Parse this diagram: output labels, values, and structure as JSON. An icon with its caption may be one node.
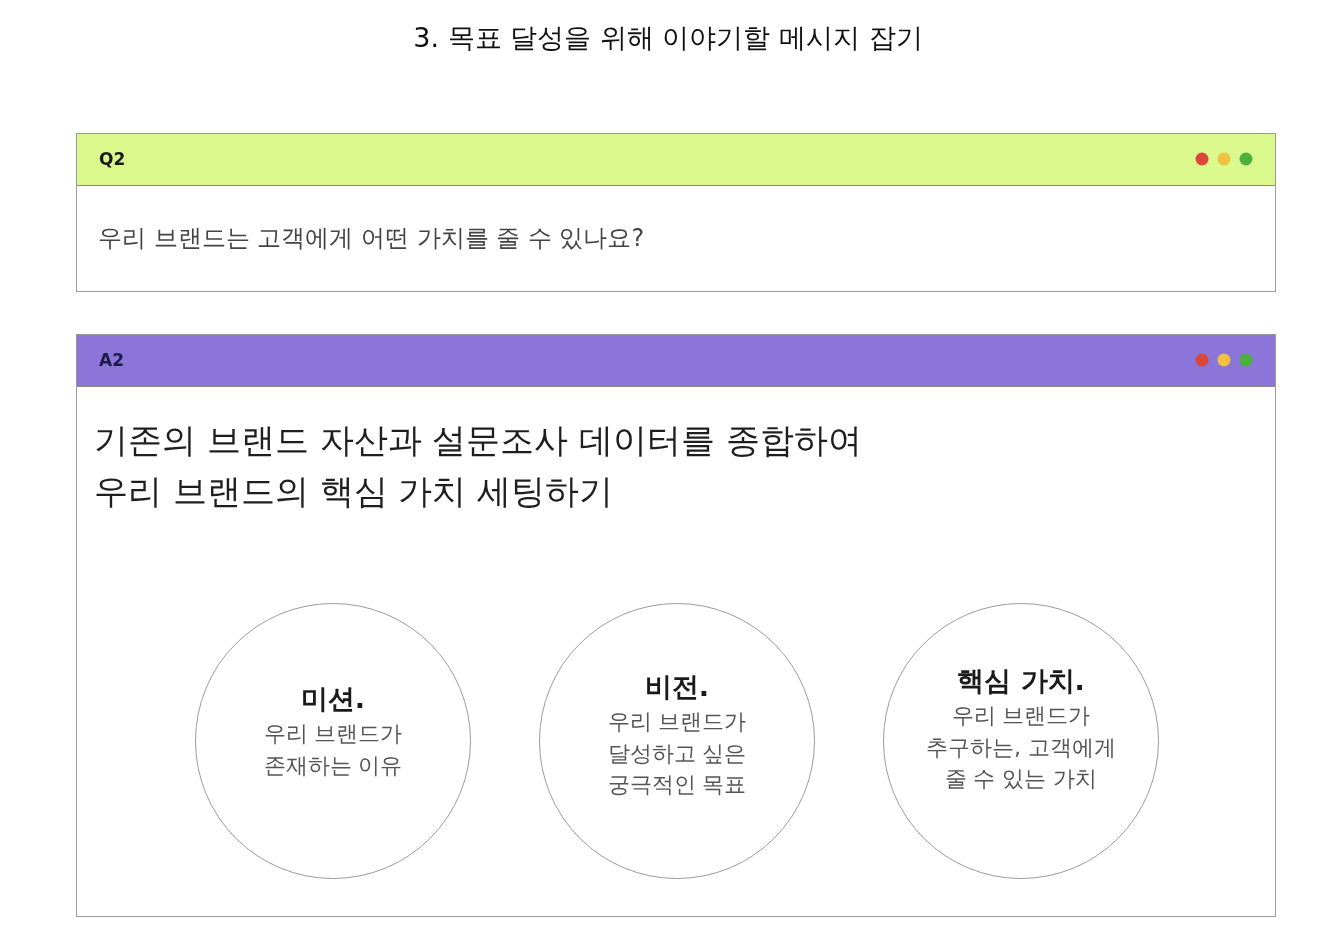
{
  "diagram": {
    "title": "3. 목표 달성을 위해 이야기할 메시지 잡기",
    "nodes": [
      {
        "text": [
          "Q2",
          "우리 브랜드는 고객에게 어떤 가치를 줄 수 있나요?"
        ]
      },
      {
        "text": [
          "A2",
          "기존의 브랜드 자산과 설문조사 데이터를 종합하여 우리 브랜드의 핵심 가치 세팅하기"
        ]
      },
      {
        "text": [
          "미션.",
          "우리 브랜드가 존재하는 이유"
        ],
        "in": 1
      },
      {
        "text": [
          "비전.",
          "우리 브랜드가 달성하고 싶은 궁극적인 목표"
        ],
        "in": 1
      },
      {
        "text": [
          "핵심 가치.",
          "우리 브랜드가 추구하는, 고객에게 줄 수 있는 가치"
        ],
        "in": 1
      }
    ]
  }
}
